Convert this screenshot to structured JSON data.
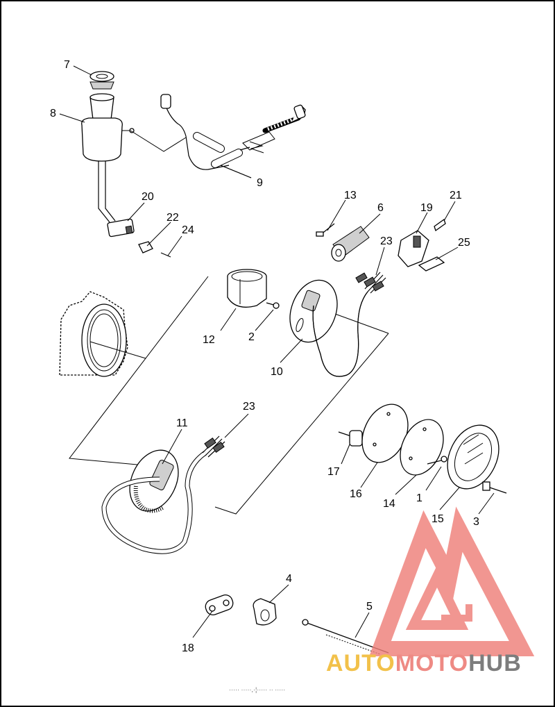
{
  "diagram": {
    "callouts": [
      "7",
      "8",
      "9",
      "20",
      "22",
      "24",
      "13",
      "6",
      "19",
      "21",
      "23",
      "25",
      "12",
      "2",
      "10",
      "11",
      "23",
      "17",
      "16",
      "14",
      "1",
      "15",
      "3",
      "4",
      "5",
      "18"
    ],
    "footer_caption": "····· ·····,·¦····· ·· ·····"
  },
  "watermark": {
    "brand_parts": [
      "AUTO",
      "MOTO",
      "HUB"
    ],
    "colors": {
      "auto": "#f2c14a",
      "moto": "#ee8a84",
      "hub": "#7d7d7d",
      "triangle": "#ef7f79"
    }
  }
}
